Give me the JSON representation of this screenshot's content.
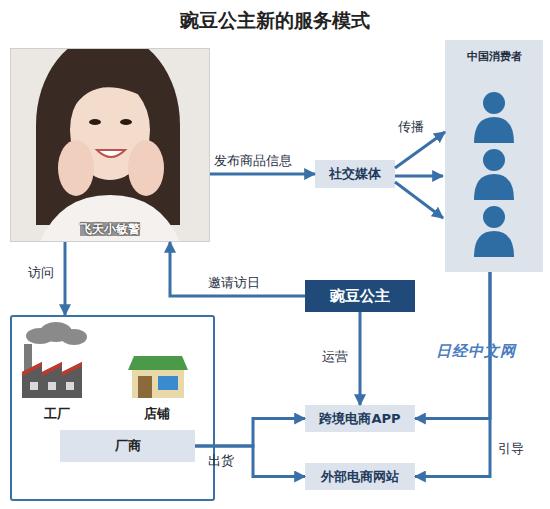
{
  "diagram": {
    "title": "豌豆公主新的服务模式",
    "nodes": [
      {
        "text": [
          "飞天小敏警"
        ]
      },
      {
        "text": [
          "社交媒体"
        ]
      },
      {
        "text": [
          "中国消费者"
        ]
      },
      {
        "text": [
          "豌豆公主"
        ]
      },
      {
        "text": [
          "工厂",
          "店铺"
        ]
      },
      {
        "text": [
          "厂商"
        ],
        "in": 4
      },
      {
        "text": [
          "跨境电商APP"
        ]
      },
      {
        "text": [
          "外部电商网站"
        ]
      }
    ],
    "edges": [
      {
        "from": 0,
        "to": 1,
        "label": "发布商品信息",
        "arrow": "to"
      },
      {
        "from": 1,
        "to": 2,
        "label": "传播",
        "arrow": "to"
      },
      {
        "from": 3,
        "to": 0,
        "label": "邀请访日",
        "arrow": "to"
      },
      {
        "from": 0,
        "to": 4,
        "label": "访问",
        "arrow": "to"
      },
      {
        "from": 3,
        "to": 6,
        "label": "运营",
        "arrow": "to"
      },
      {
        "from": 5,
        "to": 6,
        "label": "出货",
        "arrow": "to"
      },
      {
        "from": 5,
        "to": 7,
        "arrow": "to"
      },
      {
        "from": 2,
        "to": 6,
        "arrow": "to"
      },
      {
        "from": 2,
        "to": 7,
        "label": "引导",
        "arrow": "to"
      }
    ],
    "labels": [
      "日经中文网"
    ]
  }
}
